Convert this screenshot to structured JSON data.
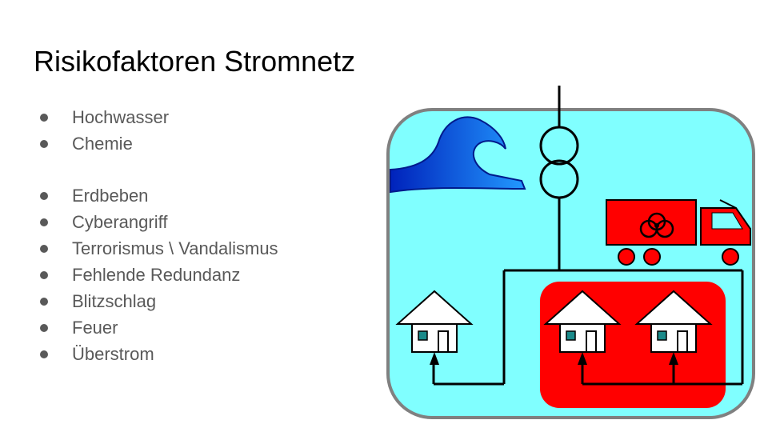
{
  "slide": {
    "title": "Risikofaktoren Stromnetz",
    "bullets_group1": [
      "Hochwasser",
      "Chemie"
    ],
    "bullets_group2": [
      "Erdbeben",
      "Cyberangriff",
      "Terrorismus \\ Vandalismus",
      "Fehlende Redundanz",
      "Blitzschlag",
      "Feuer",
      "Überstrom"
    ]
  },
  "diagram": {
    "colors": {
      "background": "#80ffff",
      "danger_zone": "#ff0000",
      "wave": "#0033cc",
      "window": "#1a8a8a",
      "line": "#000000"
    },
    "icons": [
      "wave-icon",
      "transformer-icon",
      "biohazard-truck-icon",
      "house-icon"
    ]
  }
}
